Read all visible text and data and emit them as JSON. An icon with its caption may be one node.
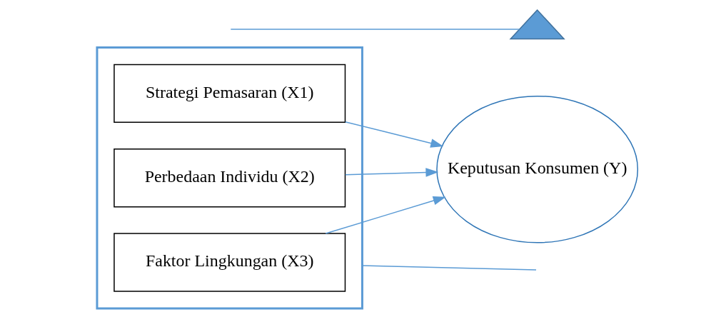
{
  "diagram": {
    "nodes": [
      {
        "text": [],
        "shape": "box"
      },
      {
        "text": [
          "Strategi Pemasaran (X1)"
        ],
        "in": 0
      },
      {
        "text": [
          "Perbedaan Individu (X2)"
        ],
        "in": 0
      },
      {
        "text": [
          "Faktor Lingkungan (X3)"
        ],
        "in": 0
      },
      {
        "text": [
          "Keputusan Konsumen (Y)"
        ]
      },
      {
        "text": [],
        "shape": "arrow"
      }
    ],
    "edges": [
      {
        "from": 1,
        "to": 4,
        "arrow": "to"
      },
      {
        "from": 2,
        "to": 4,
        "arrow": "to"
      },
      {
        "from": 3,
        "to": 4,
        "arrow": "to"
      },
      {
        "from": 0,
        "to": null,
        "arrow": "none"
      },
      {
        "from": null,
        "to": 5,
        "arrow": "none"
      }
    ]
  }
}
